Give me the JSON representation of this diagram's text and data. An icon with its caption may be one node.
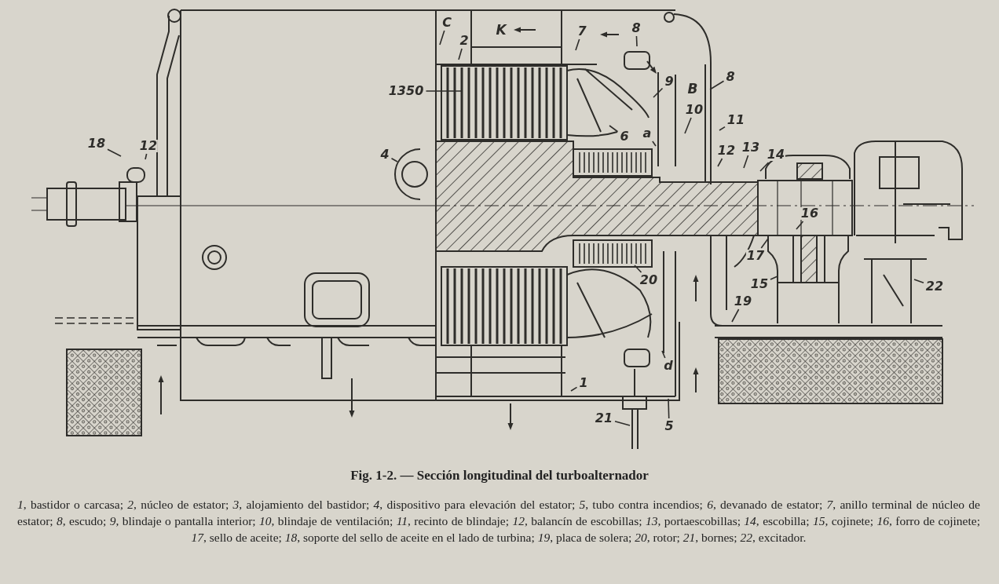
{
  "diagram": {
    "caption": "Fig. 1-2. — Sección longitudinal del turboalternador",
    "nodes": [
      {
        "text": [
          "C"
        ]
      },
      {
        "text": [
          "2"
        ]
      },
      {
        "text": [
          "7"
        ]
      },
      {
        "text": [
          "8"
        ]
      },
      {
        "text": [
          "1350"
        ]
      },
      {
        "text": [
          "9"
        ]
      },
      {
        "text": [
          "8"
        ]
      },
      {
        "text": [
          "10"
        ]
      },
      {
        "text": [
          "6"
        ]
      },
      {
        "text": [
          "a"
        ]
      },
      {
        "text": [
          "11"
        ]
      },
      {
        "text": [
          "18"
        ]
      },
      {
        "text": [
          "12"
        ]
      },
      {
        "text": [
          "12"
        ]
      },
      {
        "text": [
          "13"
        ]
      },
      {
        "text": [
          "14"
        ]
      },
      {
        "text": [
          "4"
        ]
      },
      {
        "text": [
          "16"
        ]
      },
      {
        "text": [
          "17"
        ]
      },
      {
        "text": [
          "20"
        ]
      },
      {
        "text": [
          "15"
        ]
      },
      {
        "text": [
          "19"
        ]
      },
      {
        "text": [
          "22"
        ]
      },
      {
        "text": [
          "d"
        ]
      },
      {
        "text": [
          "1"
        ]
      },
      {
        "text": [
          "21"
        ]
      },
      {
        "text": [
          "5"
        ]
      }
    ],
    "edges": [
      {
        "from": 0,
        "to": null,
        "arrow": "none"
      },
      {
        "from": 1,
        "to": null,
        "arrow": "none"
      },
      {
        "from": 2,
        "to": null,
        "arrow": "none"
      },
      {
        "from": 3,
        "to": null,
        "arrow": "none"
      },
      {
        "from": 4,
        "to": null,
        "arrow": "none"
      },
      {
        "from": 5,
        "to": null,
        "arrow": "none"
      },
      {
        "from": 6,
        "to": null,
        "arrow": "none"
      },
      {
        "from": 7,
        "to": null,
        "arrow": "none"
      },
      {
        "from": 8,
        "to": null,
        "arrow": "none"
      },
      {
        "from": 9,
        "to": null,
        "arrow": "none"
      },
      {
        "from": 10,
        "to": null,
        "arrow": "none"
      },
      {
        "from": 11,
        "to": null,
        "arrow": "none"
      },
      {
        "from": 12,
        "to": null,
        "arrow": "none"
      },
      {
        "from": 13,
        "to": null,
        "arrow": "none"
      },
      {
        "from": 14,
        "to": null,
        "arrow": "none"
      },
      {
        "from": 15,
        "to": null,
        "arrow": "none"
      },
      {
        "from": 16,
        "to": null,
        "arrow": "none"
      },
      {
        "from": 17,
        "to": null,
        "arrow": "none"
      },
      {
        "from": 18,
        "to": null,
        "arrow": "none"
      },
      {
        "from": 19,
        "to": null,
        "arrow": "none"
      },
      {
        "from": 20,
        "to": null,
        "arrow": "none"
      },
      {
        "from": 21,
        "to": null,
        "arrow": "none"
      },
      {
        "from": 22,
        "to": null,
        "arrow": "none"
      },
      {
        "from": 23,
        "to": null,
        "arrow": "none"
      },
      {
        "from": 24,
        "to": null,
        "arrow": "none"
      },
      {
        "from": 25,
        "to": null,
        "arrow": "none"
      },
      {
        "from": 26,
        "to": null,
        "arrow": "none"
      }
    ],
    "labels": [
      "K",
      "B",
      "*1*, bastidor o carcasa; *2*, núcleo de estator; *3*, alojamiento del bastidor; *4*, dispositivo para elevación del estator; *5*, tubo contra incendios; *6*, devanado de estator; *7*, anillo terminal de núcleo de estator; *8*, escudo; *9*, blindaje o pantalla interior; *10*, blindaje de ventilación; *11*, recinto de blindaje; *12*, balancín de escobillas; *13*, portaescobillas; *14*, escobilla; *15*, cojinete; *16*, forro de cojinete; *17*, sello de aceite; *18*, soporte del sello de aceite en el lado de turbina; *19*, placa de solera; *20*, rotor; *21*, bornes; *22*, excitador."
    ]
  }
}
